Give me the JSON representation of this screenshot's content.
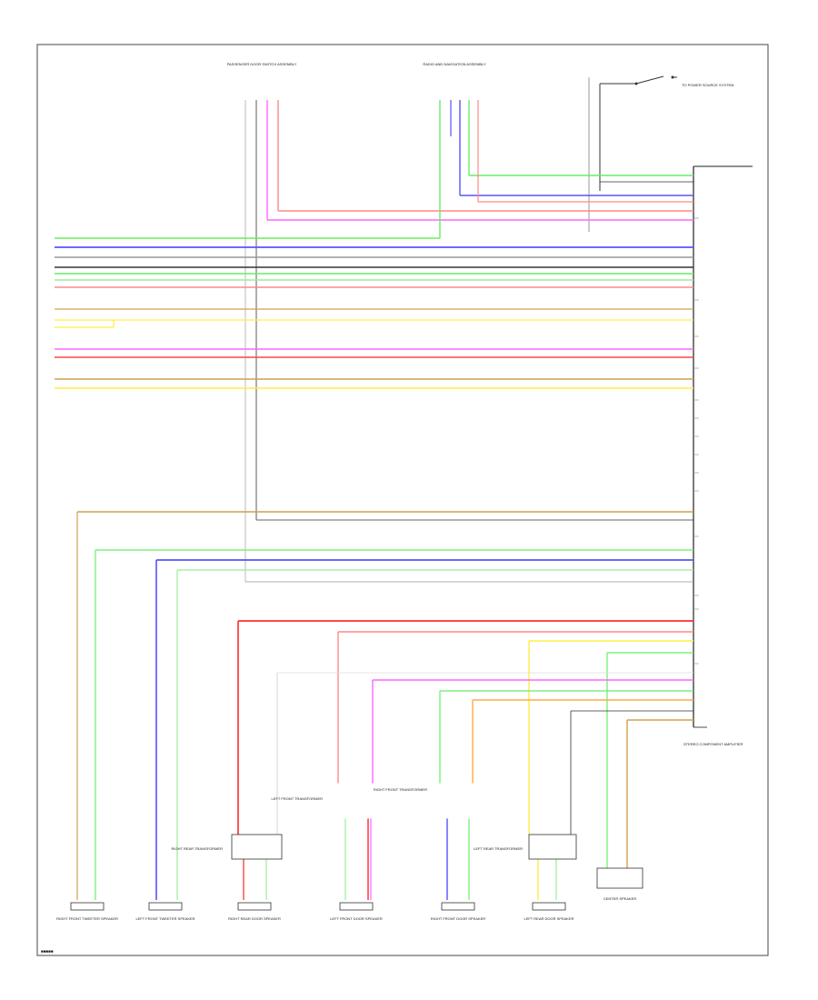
{
  "connectors": {
    "passenger_door_switch": "PASSENGER DOOR SWITCH ASSEMBLY",
    "main_unit_top": "RADIO AND NAVIGATION ASSEMBLY",
    "power_supply": "TO POWER SOURCE SYSTEM",
    "ecu_label": "STEREO COMPONENT AMPLIFIER"
  },
  "speakers": [
    {
      "label": "RIGHT FRONT TWEETER SPEAKER"
    },
    {
      "label": "LEFT FRONT TWEETER SPEAKER"
    },
    {
      "label": "RIGHT REAR DOOR SPEAKER"
    },
    {
      "label": "LEFT FRONT DOOR SPEAKER"
    },
    {
      "label": "RIGHT FRONT DOOR SPEAKER"
    },
    {
      "label": "LEFT REAR DOOR SPEAKER"
    }
  ],
  "center_speaker": "CENTER SPEAKER",
  "transformers": [
    {
      "label": "RIGHT REAR TRANSFORMER"
    },
    {
      "label": "LEFT FRONT TRANSFORMER"
    },
    {
      "label": "RIGHT FRONT TRANSFORMER"
    },
    {
      "label": "LEFT REAR TRANSFORMER"
    }
  ],
  "page_marker": "■■■■■",
  "colors": {
    "green": "#66ee66",
    "blue": "#5555ff",
    "gray": "#999999",
    "pink": "#ff8888",
    "red": "#ff4444",
    "magenta": "#ff66ff",
    "yellow": "#ffee44",
    "tan": "#d2a050",
    "orange": "#ffaa44",
    "lightgreen": "#99ee99",
    "black": "#333333"
  }
}
